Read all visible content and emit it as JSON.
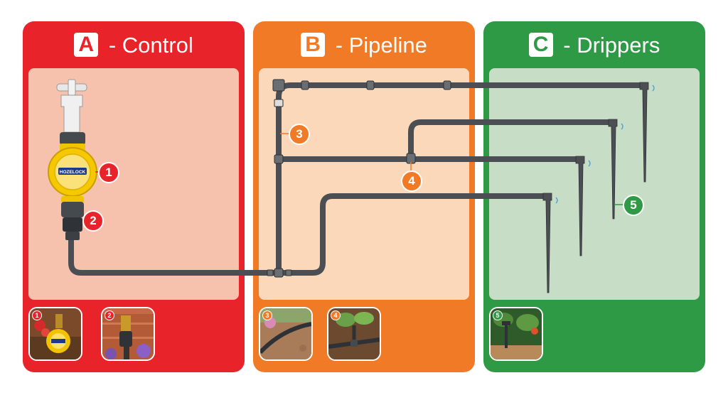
{
  "colors": {
    "control": "#e8242a",
    "control_inner": "#f6c2ae",
    "pipeline": "#f07a26",
    "pipeline_inner": "#fbd8ba",
    "drippers": "#2f9a45",
    "drippers_inner": "#c7ddc6",
    "pipe": "#4b4f54"
  },
  "panels": {
    "a": {
      "letter": "A",
      "label": " - Control"
    },
    "b": {
      "letter": "B",
      "label": " - Pipeline"
    },
    "c": {
      "letter": "C",
      "label": " - Drippers"
    }
  },
  "callouts": [
    "1",
    "2",
    "3",
    "4",
    "5"
  ],
  "thumbnails": [
    {
      "number": "1",
      "icon": "tap-timer-photo-icon"
    },
    {
      "number": "2",
      "icon": "pressure-reducer-photo-icon"
    },
    {
      "number": "3",
      "icon": "supply-pipe-photo-icon"
    },
    {
      "number": "4",
      "icon": "tee-connector-photo-icon"
    },
    {
      "number": "5",
      "icon": "dripper-photo-icon"
    }
  ],
  "timer_brand": "HOZELOCK"
}
